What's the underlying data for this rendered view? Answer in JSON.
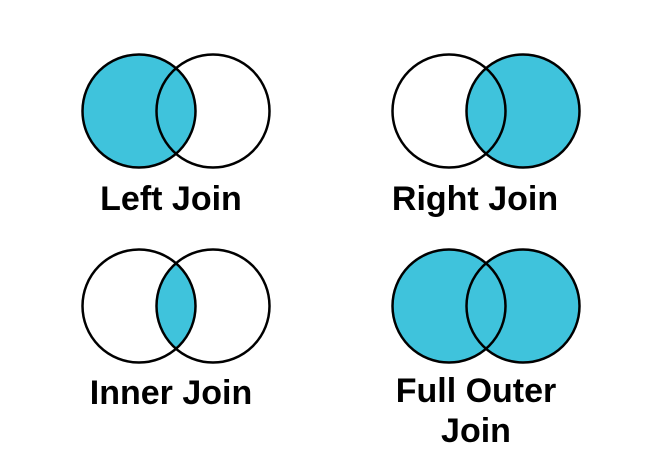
{
  "figure": {
    "kind": "venn-diagram-grid",
    "rows": 2,
    "cols": 2
  },
  "colors": {
    "fill": "#3FC3DC",
    "stroke": "#000000",
    "background": "#FFFFFF",
    "label_text": "#000000"
  },
  "diagrams": [
    {
      "id": "left-join",
      "label": "Left Join",
      "left_circle_filled": true,
      "right_circle_filled": false,
      "intersection_filled": true
    },
    {
      "id": "right-join",
      "label": "Right Join",
      "left_circle_filled": false,
      "right_circle_filled": true,
      "intersection_filled": true
    },
    {
      "id": "inner-join",
      "label": "Inner Join",
      "left_circle_filled": false,
      "right_circle_filled": false,
      "intersection_filled": true
    },
    {
      "id": "full-outer-join",
      "label": "Full Outer Join",
      "left_circle_filled": true,
      "right_circle_filled": true,
      "intersection_filled": true
    }
  ]
}
